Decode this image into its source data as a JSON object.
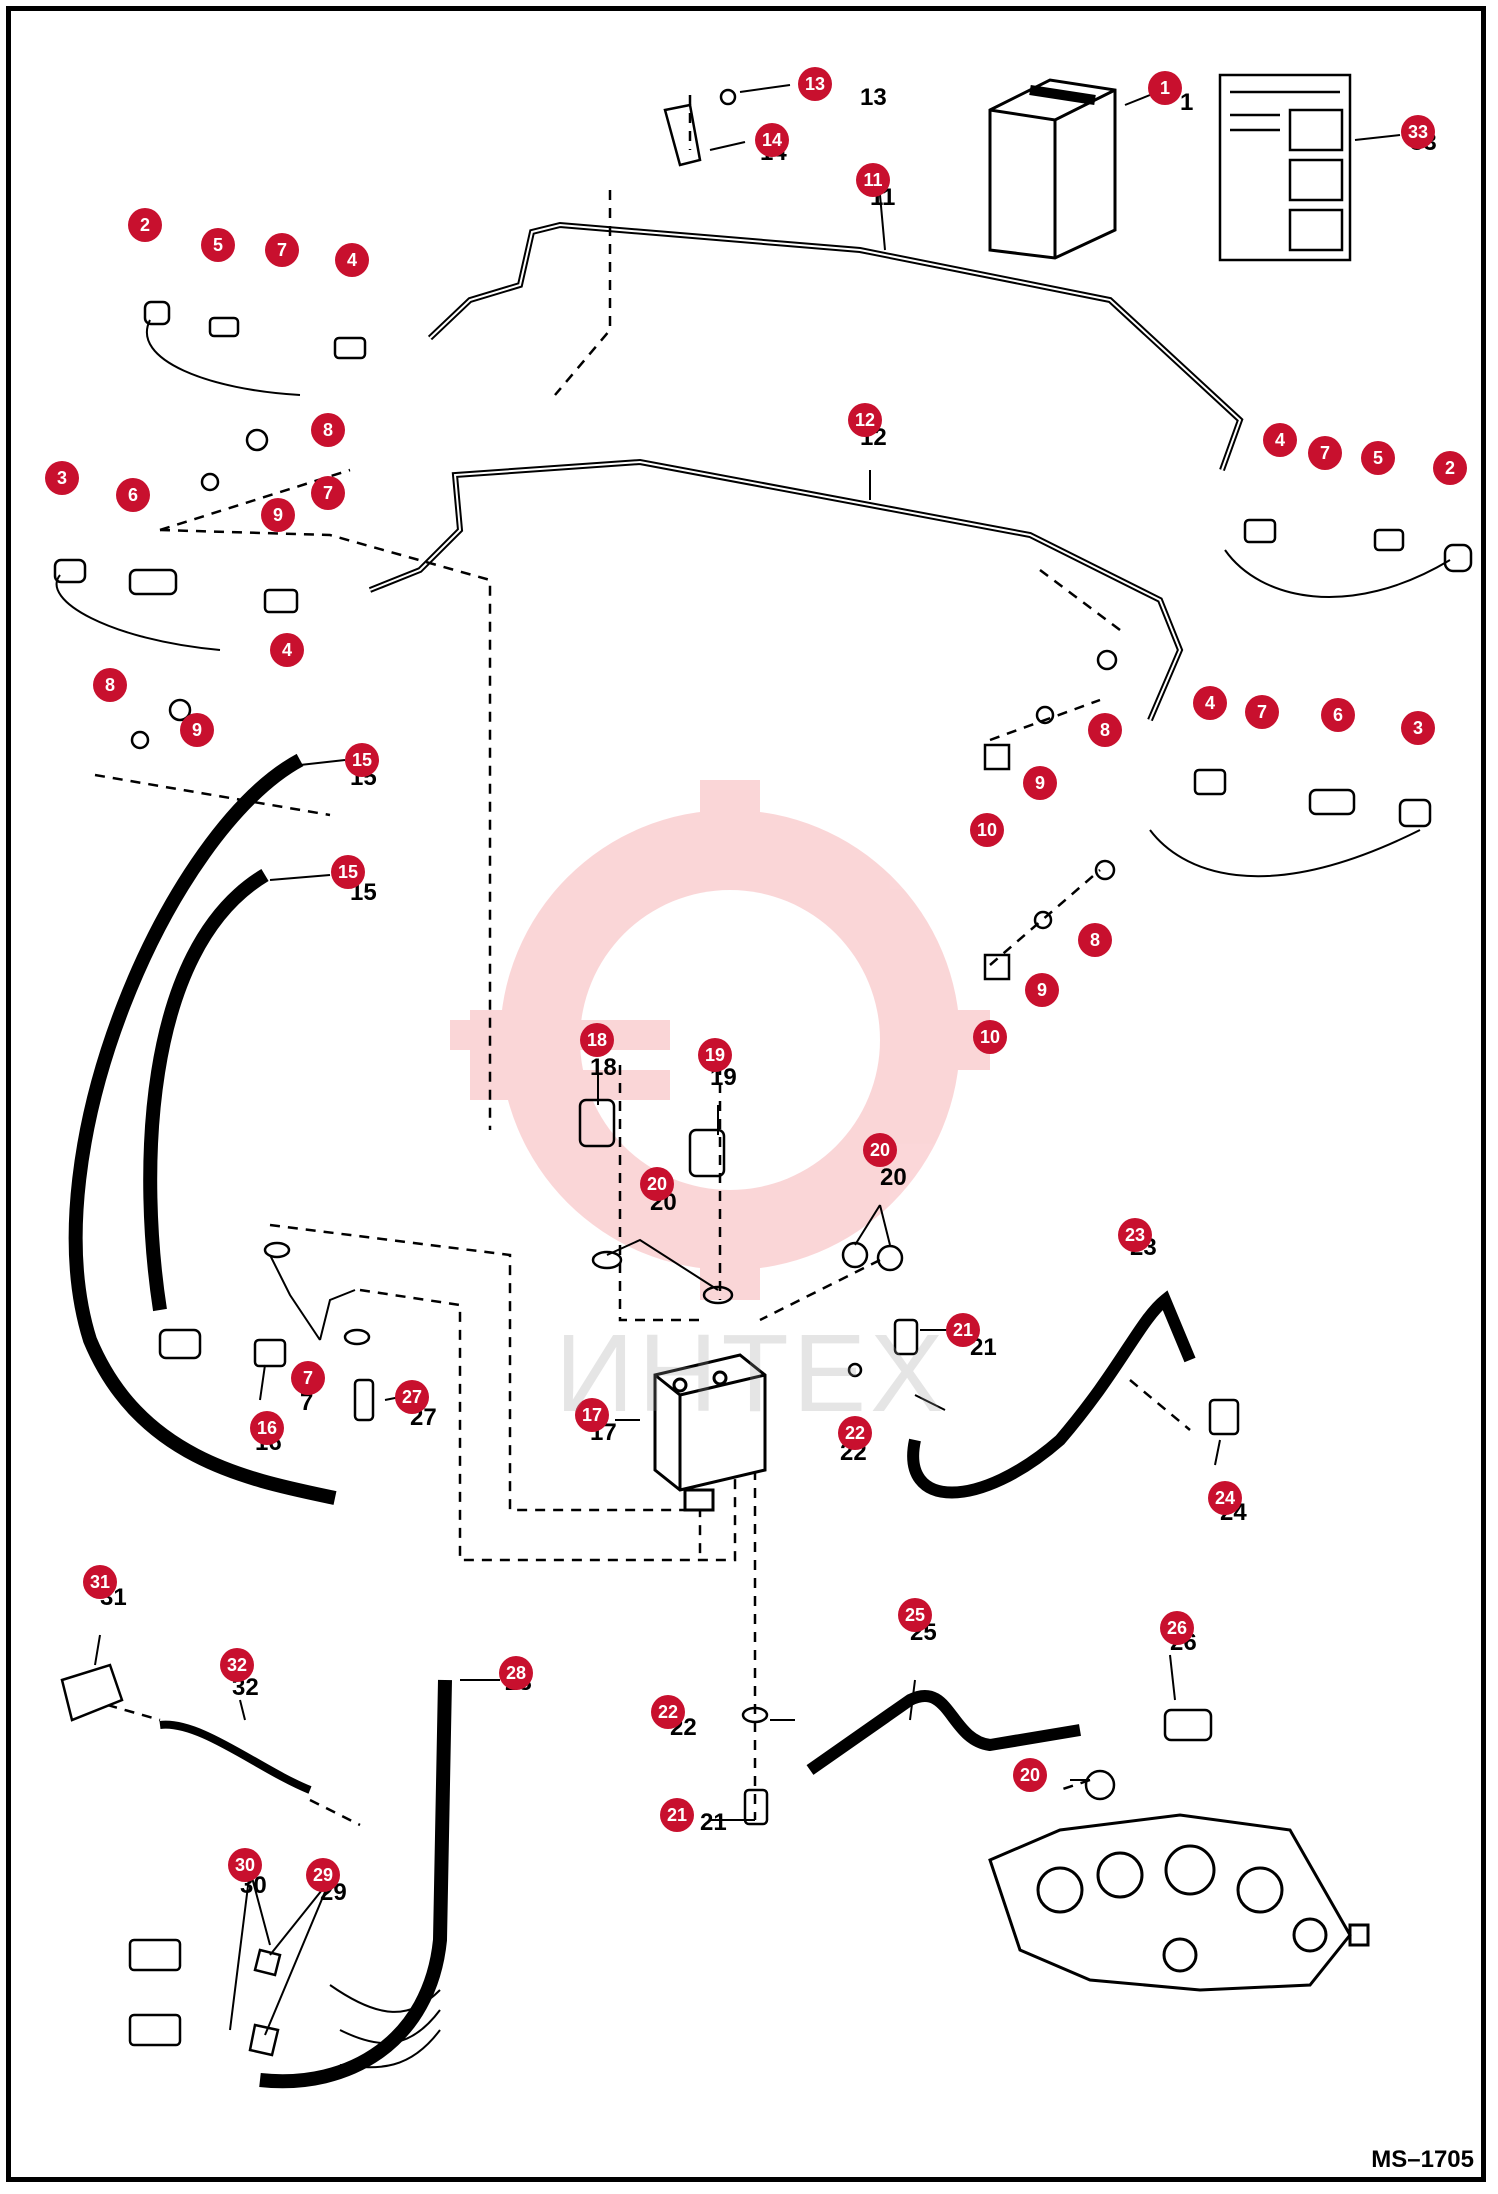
{
  "figure_code": "MS–1705",
  "watermark_text": "ИНТЕХ",
  "colors": {
    "callout": "#c8102e",
    "line": "#000000",
    "watermark": "#e8202a"
  },
  "callouts": [
    "1",
    "2",
    "3",
    "4",
    "5",
    "6",
    "7",
    "8",
    "9",
    "10",
    "11",
    "12",
    "13",
    "14",
    "15",
    "16",
    "17",
    "18",
    "19",
    "20",
    "21",
    "22",
    "23",
    "24",
    "25",
    "26",
    "27",
    "28",
    "29",
    "30",
    "31",
    "32",
    "33"
  ]
}
